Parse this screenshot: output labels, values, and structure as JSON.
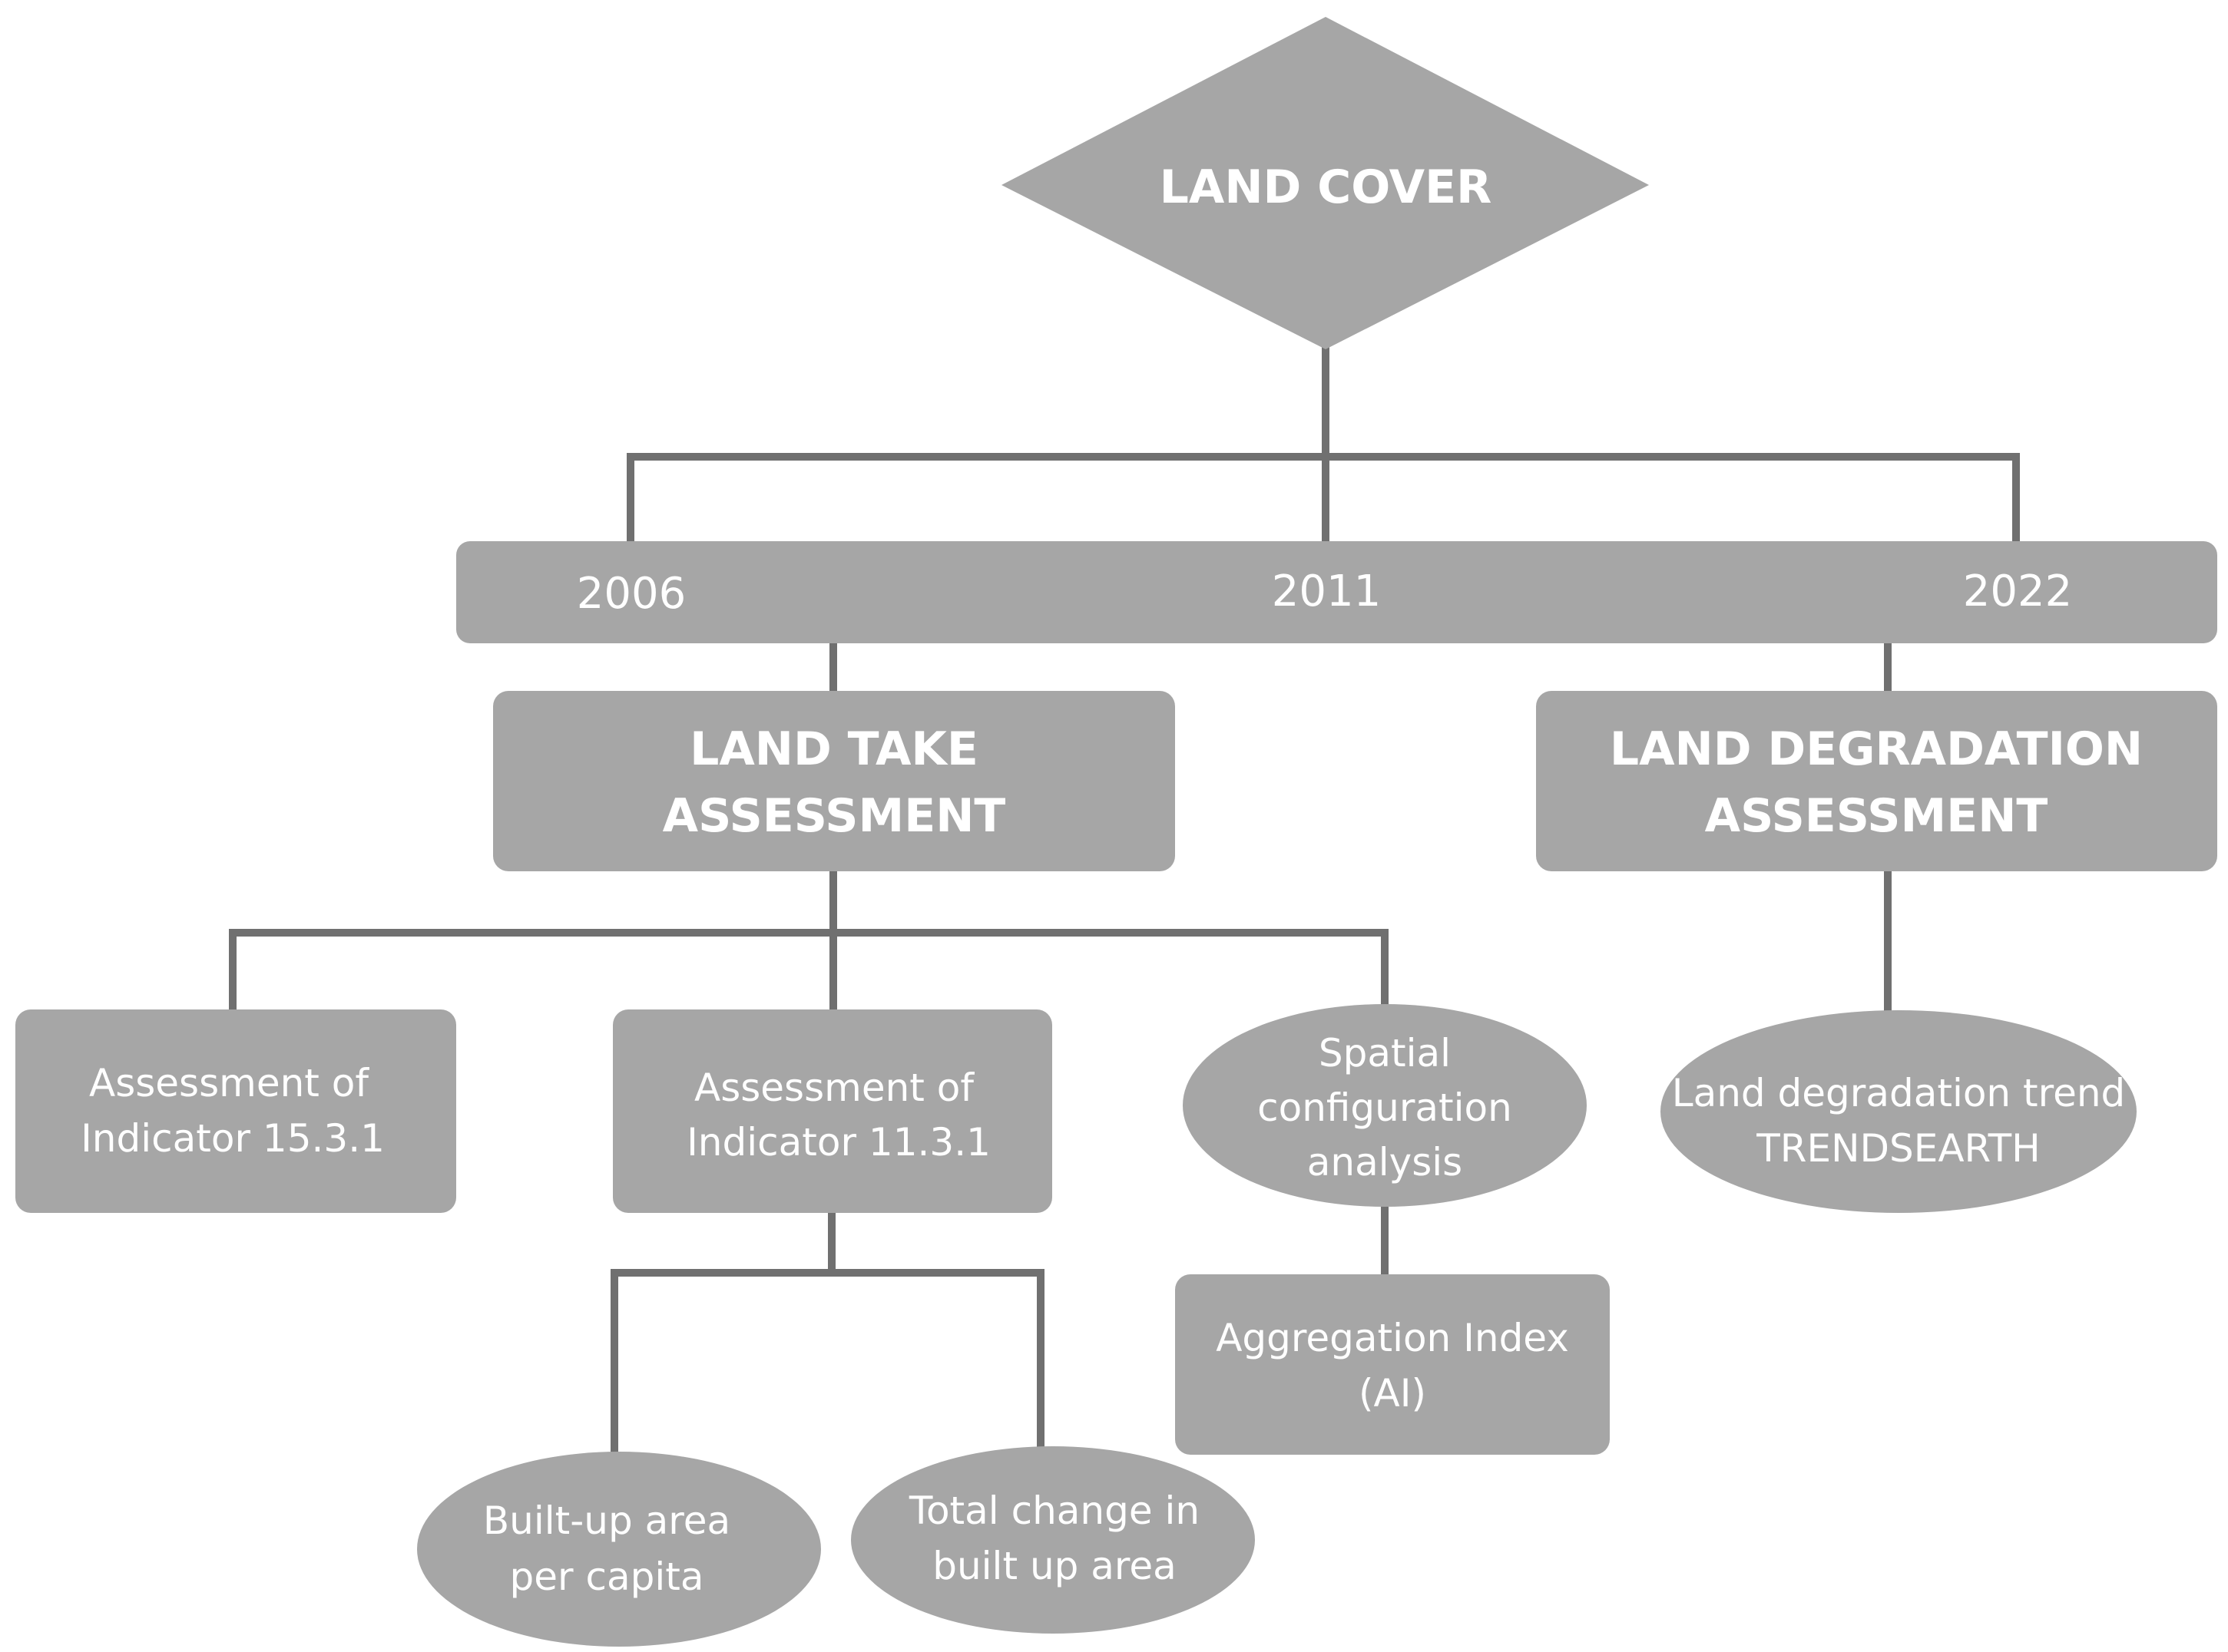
{
  "root": {
    "label": "LAND COVER"
  },
  "timeline": {
    "years": [
      "2006",
      "2011",
      "2022"
    ]
  },
  "land_take": {
    "title": [
      "LAND TAKE",
      "ASSESSMENT"
    ],
    "indicator_15": [
      "Assessment of",
      "Indicator 15.3.1"
    ],
    "indicator_11": [
      "Assessment of",
      "Indicator 11.3.1"
    ],
    "spatial": [
      "Spatial",
      "configuration",
      "analysis"
    ],
    "builtup_per_capita": [
      "Built-up area",
      "per capita"
    ],
    "total_change": [
      "Total change in",
      "built up area"
    ],
    "aggregation": [
      "Aggregation Index",
      "(AI)"
    ]
  },
  "land_degradation": {
    "title": [
      "LAND DEGRADATION",
      "ASSESSMENT"
    ],
    "trend": [
      "Land degradation trend",
      "TRENDSEARTH"
    ]
  },
  "colors": {
    "shape_fill": "#a6a6a6",
    "connector": "#707070",
    "text": "#ffffff",
    "background": "#ffffff"
  }
}
